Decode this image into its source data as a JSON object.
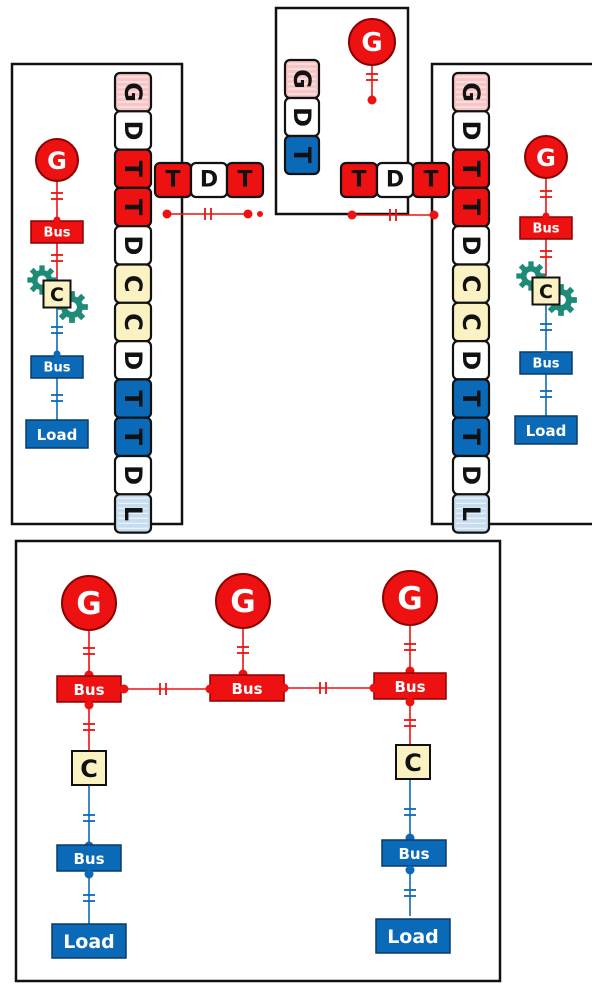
{
  "colors": {
    "red": "#ee1111",
    "red_dark": "#8b0000",
    "blue": "#0b6ab8",
    "blue_dark": "#0a3a66",
    "yellow": "#fbf2c4",
    "light_red": "#f7c5c5",
    "light_blue": "#c8dcf0",
    "white": "#ffffff",
    "gear": "#1e8a78",
    "border": "#111111"
  },
  "labels": {
    "generator": "G",
    "bus": "Bus",
    "converter": "C",
    "load": "Load"
  },
  "chains": {
    "left_column": [
      "G",
      "D",
      "T",
      "T",
      "D",
      "C",
      "C",
      "D",
      "T",
      "T",
      "D",
      "L"
    ],
    "right_column": [
      "G",
      "D",
      "T",
      "T",
      "D",
      "C",
      "C",
      "D",
      "T",
      "T",
      "D",
      "L"
    ],
    "top_column": [
      "G",
      "D",
      "T"
    ],
    "left_horizontal": [
      "T",
      "D",
      "T"
    ],
    "right_horizontal": [
      "T",
      "D",
      "T"
    ]
  }
}
